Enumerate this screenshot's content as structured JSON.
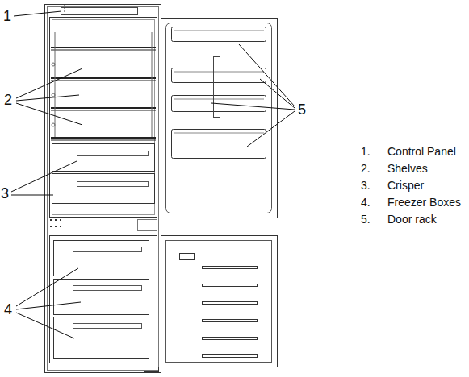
{
  "diagram": {
    "labels": [
      "1",
      "2",
      "3",
      "4",
      "5",
      "1.",
      "Control Panel",
      "2.",
      "Shelves",
      "3.",
      "Crisper",
      "4.",
      "Freezer Boxes",
      "5.",
      "Door rack"
    ]
  }
}
